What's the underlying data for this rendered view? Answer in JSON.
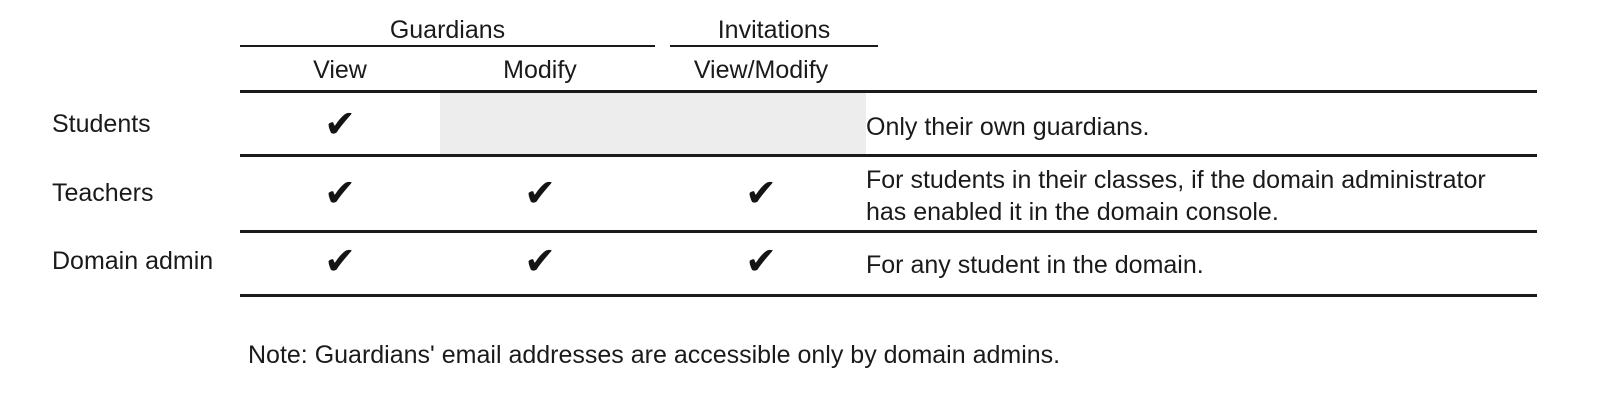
{
  "table": {
    "accent_color": "#1a1a1a",
    "shade_color": "#ededed",
    "check_glyph": "✔",
    "group_headers": [
      {
        "label": "Guardians"
      },
      {
        "label": "Invitations"
      }
    ],
    "column_headers": [
      {
        "label": "View"
      },
      {
        "label": "Modify"
      },
      {
        "label": "View/Modify"
      }
    ],
    "rows": [
      {
        "label": "Students",
        "view": "✔",
        "modify": "",
        "invitations": "",
        "description": "Only their own guardians."
      },
      {
        "label": "Teachers",
        "view": "✔",
        "modify": "✔",
        "invitations": "✔",
        "description": "For students in their classes, if the domain administrator\nhas enabled it in the domain console."
      },
      {
        "label": "Domain admin",
        "view": "✔",
        "modify": "✔",
        "invitations": "✔",
        "description": "For any student in the domain."
      }
    ]
  },
  "footnote": {
    "text": "Note: Guardians' email addresses are accessible only by domain admins."
  }
}
